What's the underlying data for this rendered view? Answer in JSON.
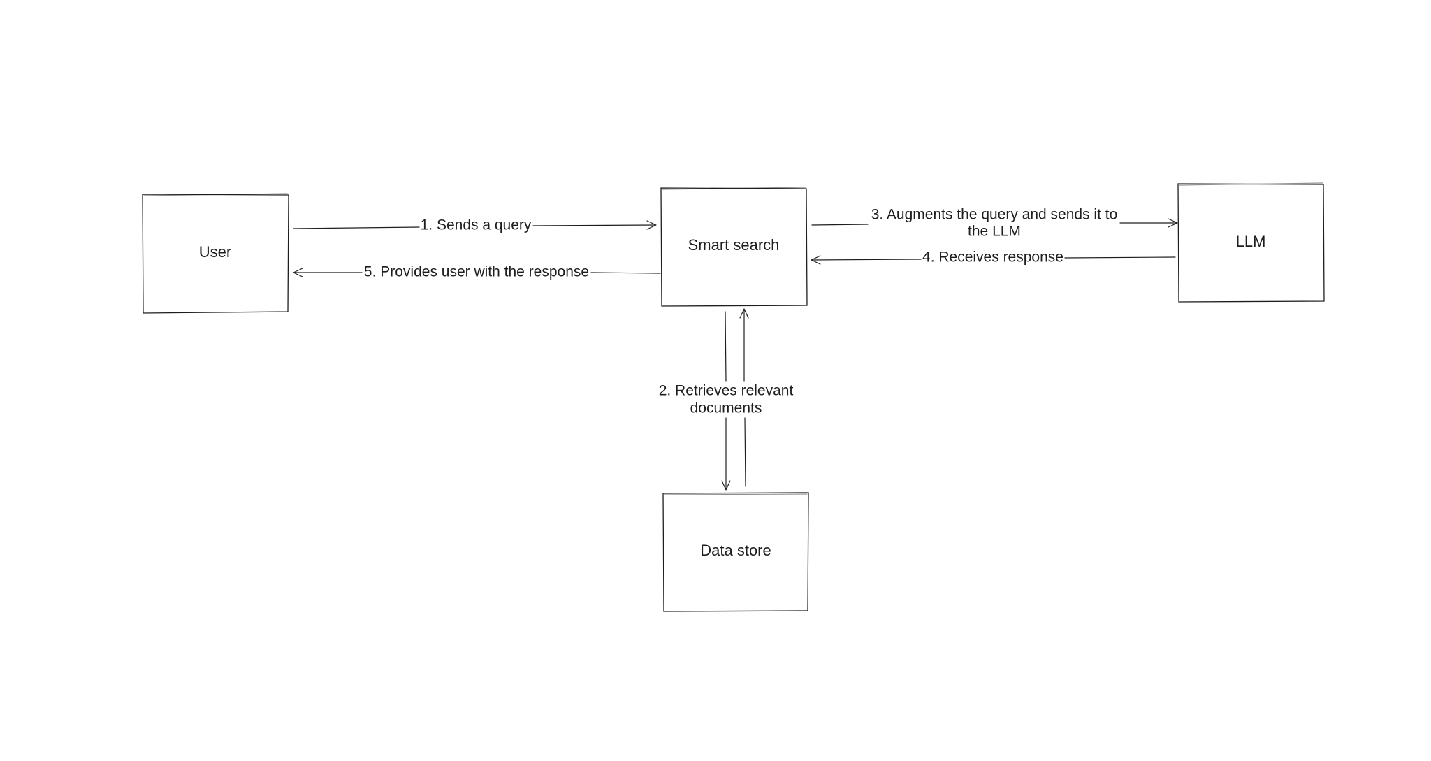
{
  "diagram": {
    "nodes": {
      "user": {
        "label": "User"
      },
      "smart_search": {
        "label": "Smart search"
      },
      "llm": {
        "label": "LLM"
      },
      "data_store": {
        "label": "Data store"
      }
    },
    "edges": {
      "sends_query": {
        "label": "1. Sends a query"
      },
      "retrieves_docs": {
        "line1": "2. Retrieves relevant",
        "line2": "documents"
      },
      "augments_query": {
        "line1": "3. Augments the query and sends it to",
        "line2": "the LLM"
      },
      "receives_response": {
        "label": "4. Receives response"
      },
      "provides_response": {
        "label": "5. Provides user with the response"
      }
    },
    "colors": {
      "stroke": "#1e1e1e",
      "background": "#ffffff"
    }
  }
}
